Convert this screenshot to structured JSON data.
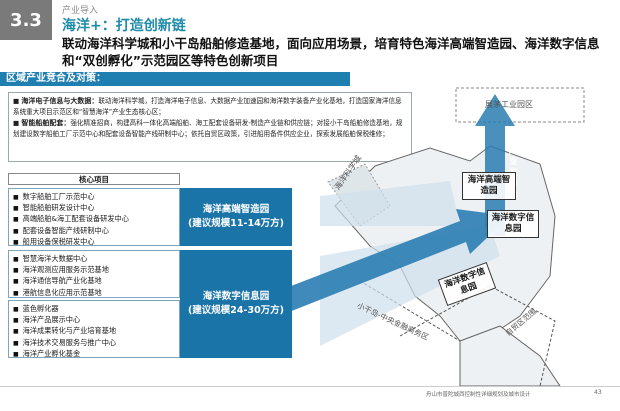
{
  "section": {
    "number": "3.3",
    "tag": "产业导入"
  },
  "title": {
    "main": "海洋+：打造创新链",
    "sub": "联动海洋科学城和小干岛船舶修造基地，面向应用场景，培育特色海洋高端智造园、海洋数字信息和“双创孵化”示范园区等特色创新项目"
  },
  "bar_label": "区域产业竞合及对策：",
  "descriptions": [
    {
      "head": "海洋电子信息与大数据：",
      "body": "联动海洋科学城，打造海洋电子信息、大数据产业加速园和海洋数字装备产业化基地，打造国家海洋信息系统重大项目示范区和“智慧海洋”产业生态核心区；"
    },
    {
      "head": "智能船舶配套：",
      "body": "强化精准招商，构建高科一体化高端船舶、海工配套设备研发-制造产业链和供应链；对接小干岛船舶修造基地，规划建设数字船舶工厂示范中心和配套设备智能产线研制中心；依托自贸区政策，引进船用备件供应企业，探索发展船舶保税维修；"
    }
  ],
  "core_title": "核心项目",
  "groups": [
    {
      "items": [
        "数字船舶工厂示范中心",
        "智能船舶研发设计中心",
        "高端船舶&海工配套设备研发中心",
        "配套设备智能产线研制中心",
        "船用设备保税研发中心"
      ]
    },
    {
      "items": [
        "智慧海洋大数据中心",
        "海洋观测应用服务示范基地",
        "海洋通信导航产业化基地",
        "港航信息化应用示范基地"
      ]
    },
    {
      "items": [
        "蓝色孵化器",
        "海洋产品展示中心",
        "海洋成果转化与产业培育基地",
        "海洋技术交易服务与推广中心",
        "海洋产业孵化基金"
      ]
    }
  ],
  "parks": [
    {
      "name": "海洋高端智造园",
      "scale": "(建议规模11-14万方)"
    },
    {
      "name": "海洋数字信息园",
      "scale": "(建议规模24-30万方)"
    }
  ],
  "map": {
    "zhanmao": "展茅工业园区",
    "science_city": "海洋科学城",
    "axis": "产业发展轴",
    "tag_zhizao": "海洋高端智造园",
    "tag_digital": "海洋数字信息园",
    "tag_kechuang": "海洋数字信息园",
    "xiaogan": "小干岛-中央金融商务区",
    "ftz": "自贸区范围"
  },
  "footer": "舟山市普陀城西控制性详细规划及城市设计",
  "page": "43",
  "colors": {
    "accent": "#1e8ba8",
    "blue": "#1b74a8",
    "arrow": "#2a7db2"
  }
}
